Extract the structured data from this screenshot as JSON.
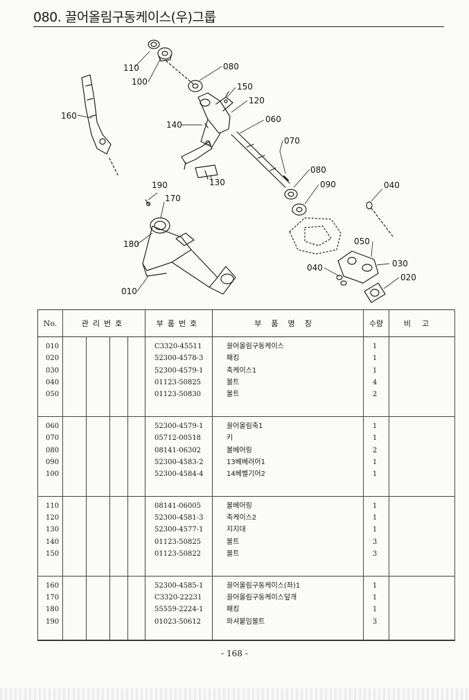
{
  "header": {
    "title": "080. 끌어올림구동케이스(우)그룹"
  },
  "diagram": {
    "callouts": [
      "110",
      "100",
      "080",
      "150",
      "120",
      "060",
      "160",
      "140",
      "070",
      "080",
      "130",
      "090",
      "190",
      "170",
      "040",
      "180",
      "050",
      "030",
      "040",
      "010",
      "020"
    ]
  },
  "table": {
    "headers": {
      "no": "No.",
      "control": "관리번호",
      "partno": "부품번호",
      "name": "부품명칭",
      "qty": "수량",
      "remarks": "비고"
    },
    "groups": [
      {
        "rows": [
          {
            "no": "010",
            "partno": "C3320-45511",
            "name": "끌어올림구동케이스",
            "qty": "1"
          },
          {
            "no": "020",
            "partno": "52300-4578-3",
            "name": "패킹",
            "qty": "1"
          },
          {
            "no": "030",
            "partno": "52300-4579-1",
            "name": "축케이스1",
            "qty": "1"
          },
          {
            "no": "040",
            "partno": "01123-50825",
            "name": "볼트",
            "qty": "4"
          },
          {
            "no": "050",
            "partno": "01123-50830",
            "name": "볼트",
            "qty": "2"
          }
        ]
      },
      {
        "rows": [
          {
            "no": "060",
            "partno": "52300-4579-1",
            "name": "끌어올림축1",
            "qty": "1"
          },
          {
            "no": "070",
            "partno": "05712-00518",
            "name": "키",
            "qty": "1"
          },
          {
            "no": "080",
            "partno": "08141-06302",
            "name": "볼베어링",
            "qty": "2"
          },
          {
            "no": "090",
            "partno": "52300-4583-2",
            "name": "13베베러어1",
            "qty": "1"
          },
          {
            "no": "100",
            "partno": "52300-4584-4",
            "name": "14베벨기어2",
            "qty": "1"
          }
        ]
      },
      {
        "rows": [
          {
            "no": "110",
            "partno": "08141-06005",
            "name": "볼베어링",
            "qty": "1"
          },
          {
            "no": "120",
            "partno": "52300-4581-3",
            "name": "축케이스2",
            "qty": "1"
          },
          {
            "no": "130",
            "partno": "52300-4577-1",
            "name": "지지대",
            "qty": "1"
          },
          {
            "no": "140",
            "partno": "01123-50825",
            "name": "볼트",
            "qty": "3"
          },
          {
            "no": "150",
            "partno": "01123-50822",
            "name": "볼트",
            "qty": "3"
          }
        ]
      },
      {
        "rows": [
          {
            "no": "160",
            "partno": "52300-4585-1",
            "name": "끌어올림구동케이스(좌)1",
            "qty": "1"
          },
          {
            "no": "170",
            "partno": "C3320-22231",
            "name": "끌어올림구동케이스덮개",
            "qty": "1"
          },
          {
            "no": "180",
            "partno": "55559-2224-1",
            "name": "패킹",
            "qty": "1"
          },
          {
            "no": "190",
            "partno": "01023-50612",
            "name": "와셔붙임볼트",
            "qty": "3"
          }
        ]
      },
      {
        "rows": []
      }
    ]
  },
  "footer": {
    "page_number": "- 168 -"
  }
}
